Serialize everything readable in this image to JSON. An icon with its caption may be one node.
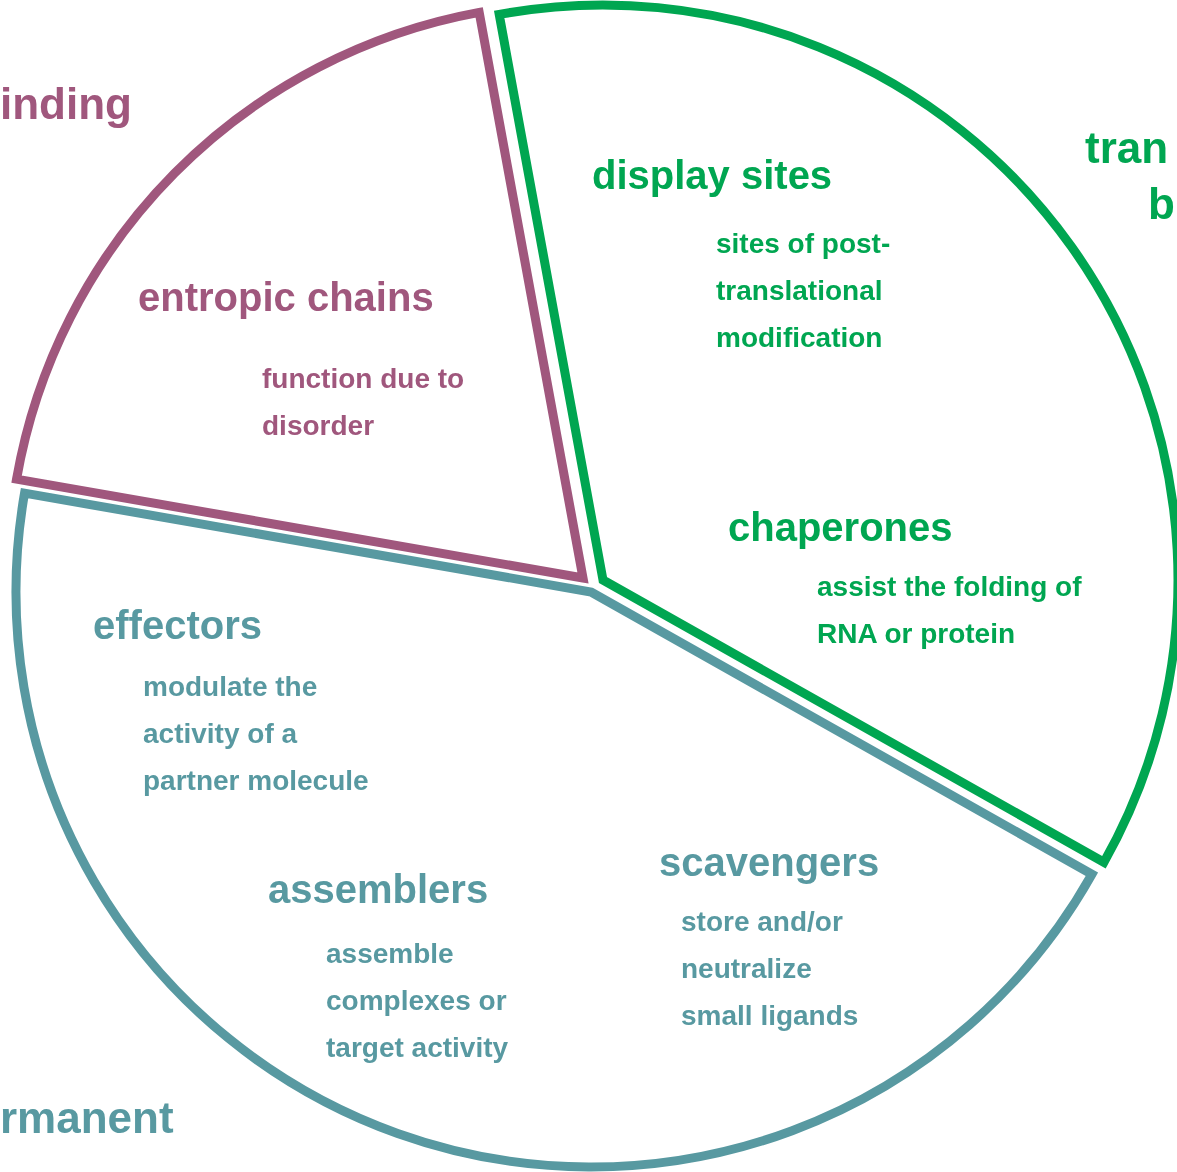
{
  "diagram": {
    "nodes": [
      {
        "text": [
          "entropic chains",
          "function due to disorder"
        ]
      },
      {
        "text": [
          "display sites",
          "sites of post-translational modification",
          "chaperones",
          "assist the folding of RNA or protein"
        ]
      },
      {
        "text": [
          "effectors",
          "modulate the activity of a partner molecule",
          "assemblers",
          "assemble complexes or target activity",
          "scavengers",
          "store and/or neutralize small ligands"
        ]
      }
    ],
    "labels": [
      "inding",
      "tran",
      "b",
      "rmanent"
    ]
  }
}
